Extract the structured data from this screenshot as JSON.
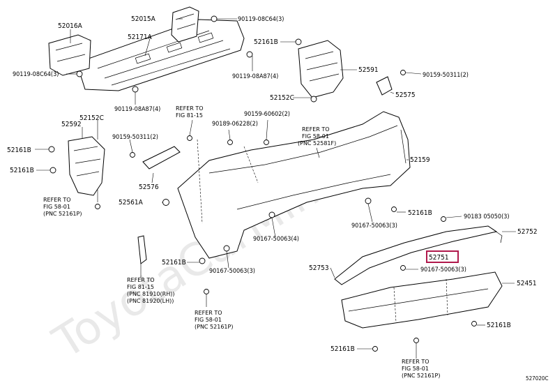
{
  "watermark": "ToyotaCarMine.ru",
  "diagram_code": "527020C",
  "highlighted_part": "52751",
  "labels": {
    "p52016A": "52016A",
    "p52015A": "52015A",
    "p90119_08C64_3_top": "90119-08C64(3)",
    "p52171A": "52171A",
    "p90119_08C64_3_left": "90119-08C64(3)",
    "p90119_08A87_4_right": "90119-08A87(4)",
    "p90119_08A87_4_bottom": "90119-08A87(4)",
    "p52161B_top": "52161B",
    "p52591": "52591",
    "p52152C_right": "52152C",
    "p90159_50311_2_right": "90159-50311(2)",
    "p52575": "52575",
    "p52152C_left": "52152C",
    "p52592": "52592",
    "p52161B_l1": "52161B",
    "p52161B_l2": "52161B",
    "p90159_50311_2_left": "90159-50311(2)",
    "p90189_06228_2": "90189-06228(2)",
    "p90159_60602_2": "90159-60602(2)",
    "p52576": "52576",
    "p52561A": "52561A",
    "p52159": "52159",
    "p52161B_mid": "52161B",
    "p90183_05050_3": "90183 05050(3)",
    "p52752": "52752",
    "p90167_50063_3_right": "90167-50063(3)",
    "p90167_50063_4": "90167-50063(4)",
    "p52751": "52751",
    "p90167_50063_3_rb": "90167-50063(3)",
    "p52753": "52753",
    "p52161B_bl": "52161B",
    "p90167_50063_3_center": "90167-50063(3)",
    "p52451": "52451",
    "p52161B_br": "52161B",
    "p52161B_bb": "52161B"
  },
  "references": {
    "ref_81_15_top": [
      "REFER TO",
      "FIG 81-15"
    ],
    "ref_58_01_top": [
      "REFER TO",
      "FIG 58-01",
      "(PNC 52581F)"
    ],
    "ref_58_01_left": [
      "REFER TO",
      "FIG 58-01",
      "(PNC 52161P)"
    ],
    "ref_81_15_bottom": [
      "REFER TO",
      "FIG 81-15",
      "(PNC 81910(RH))",
      "(PNC 81920(LH))"
    ],
    "ref_58_01_bottom": [
      "REFER TO",
      "FIG 58-01",
      "(PNC 52161P)"
    ],
    "ref_58_01_br": [
      "REFER TO",
      "FIG 58-01",
      "(PNC 52161P)"
    ]
  }
}
